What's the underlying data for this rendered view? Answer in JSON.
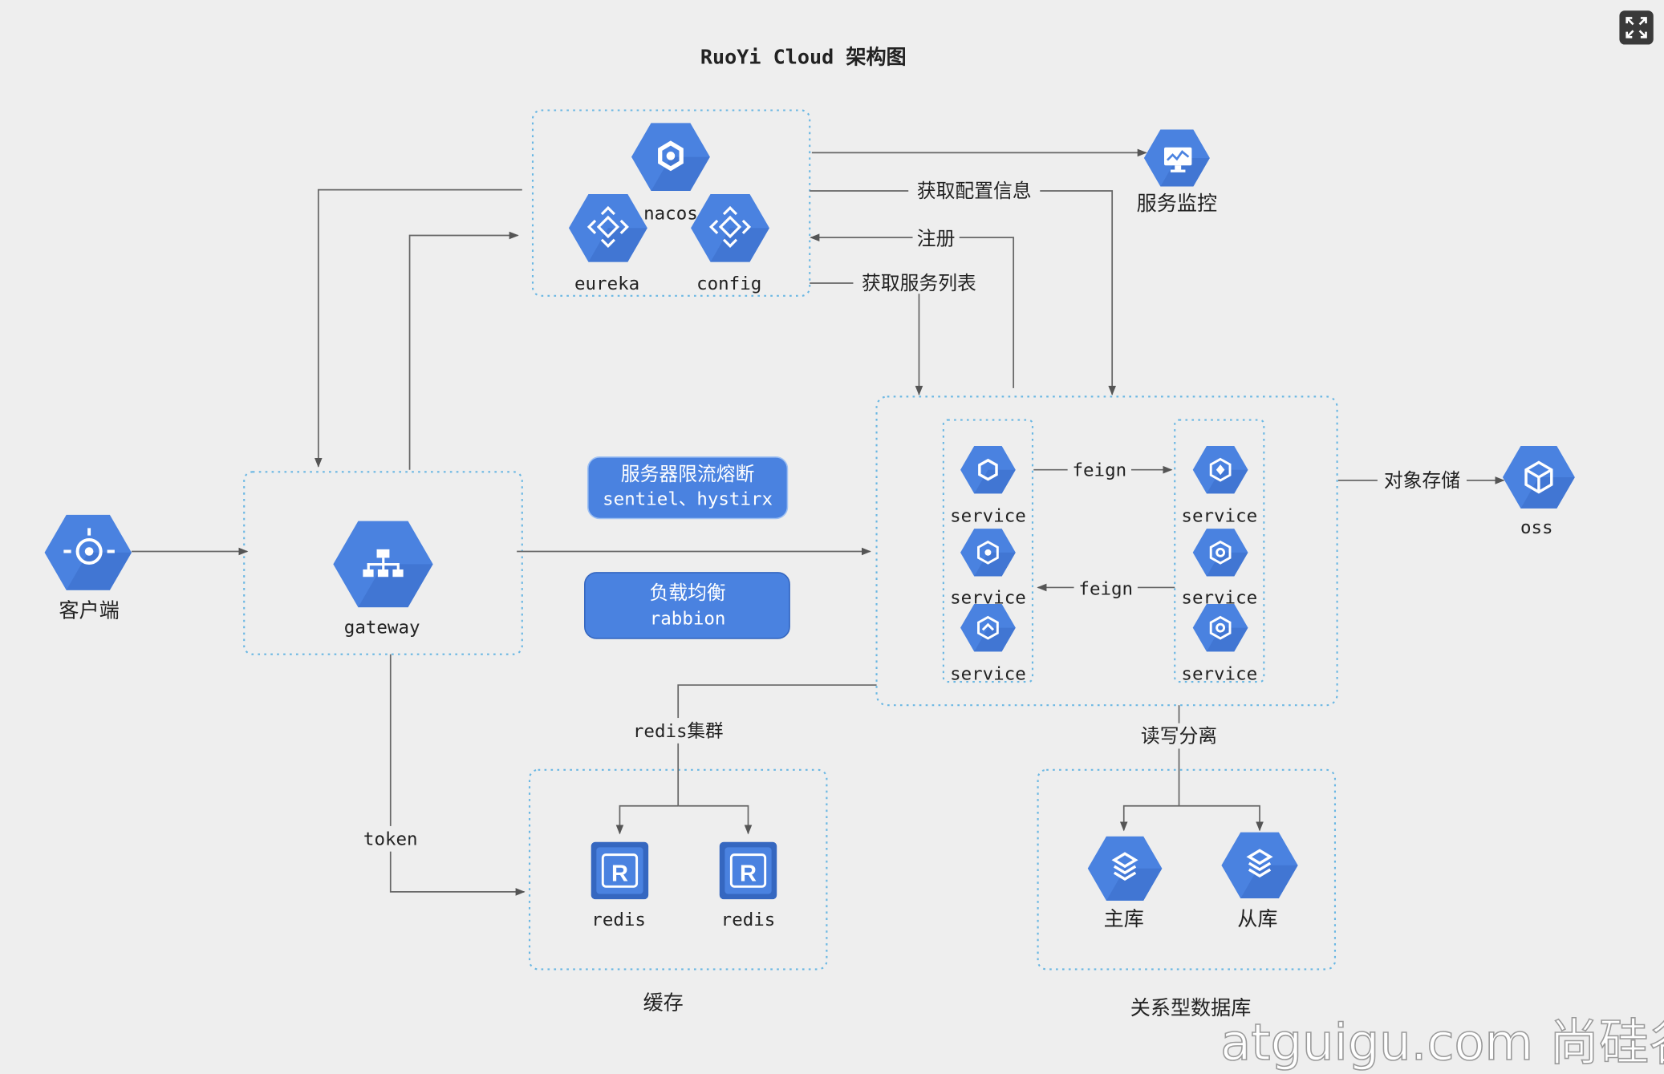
{
  "title": "RuoYi Cloud 架构图",
  "colors": {
    "node": "#4a82e0",
    "node_dark": "#3b6ec8",
    "box_border": "#6ab7e3",
    "line": "#666666",
    "background": "#eeeeee"
  },
  "registry": {
    "center": "nacos",
    "left": "eureka",
    "right": "config"
  },
  "monitor": {
    "label": "服务监控",
    "icon": "monitor-icon"
  },
  "client": {
    "label": "客户端",
    "icon": "client-icon"
  },
  "gateway": {
    "label": "gateway",
    "icon": "sitemap-icon"
  },
  "pills": {
    "limit": {
      "line1": "服务器限流熔断",
      "line2": "sentiel、hystirx"
    },
    "lb": {
      "line1": "负载均衡",
      "line2": "rabbion"
    }
  },
  "edges": {
    "config_info": "获取配置信息",
    "register": "注册",
    "service_list": "获取服务列表",
    "feign_1": "feign",
    "feign_2": "feign",
    "object_storage": "对象存储",
    "redis_cluster": "redis集群",
    "token": "token",
    "rw_split": "读写分离"
  },
  "services": [
    "service",
    "service",
    "service",
    "service",
    "service",
    "service"
  ],
  "oss": {
    "label": "oss",
    "icon": "storage-icon"
  },
  "cache": {
    "title": "缓存",
    "nodes": [
      "redis",
      "redis"
    ]
  },
  "database": {
    "title": "关系型数据库",
    "master": "主库",
    "slave": "从库"
  },
  "watermark": "atguigu.com 尚硅谷"
}
